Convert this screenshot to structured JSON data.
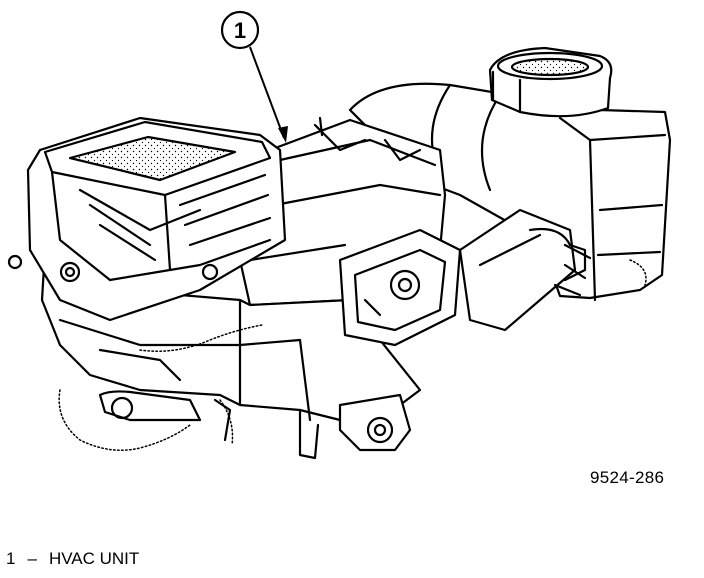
{
  "callouts": [
    {
      "number": "1",
      "label": "HVAC UNIT"
    }
  ],
  "figure_code": "9524-286",
  "legend_separator": "–",
  "colors": {
    "ink": "#000000",
    "paper": "#ffffff"
  }
}
